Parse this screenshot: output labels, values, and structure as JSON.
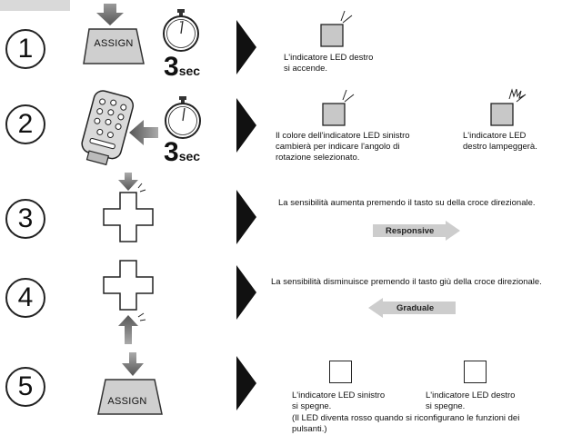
{
  "steps": [
    {
      "number": "1",
      "button_label": "ASSIGN",
      "timer_value": "3",
      "timer_unit": "sec",
      "caption": [
        "L'indicatore LED destro",
        "si accende."
      ]
    },
    {
      "number": "2",
      "timer_value": "3",
      "timer_unit": "sec",
      "caption_left": [
        "Il colore dell'indicatore LED sinistro",
        "cambierà per indicare l'angolo di",
        "rotazione selezionato."
      ],
      "caption_right": [
        "L'indicatore LED",
        "destro lampeggerà."
      ]
    },
    {
      "number": "3",
      "caption": "La sensibilità aumenta premendo il tasto su della croce direzionale.",
      "arrow_label": "Responsive"
    },
    {
      "number": "4",
      "caption": "La sensibilità disminuisce premendo il tasto giù della croce direzionale.",
      "arrow_label": "Graduale"
    },
    {
      "number": "5",
      "button_label": "ASSIGN",
      "caption_left": [
        "L'indicatore LED sinistro",
        "si spegne."
      ],
      "caption_right": [
        "L'indicatore LED destro",
        "si spegne."
      ],
      "note": [
        "(Il LED diventa rosso quando si riconfigurano le funzioni dei",
        "pulsanti.)"
      ]
    }
  ]
}
